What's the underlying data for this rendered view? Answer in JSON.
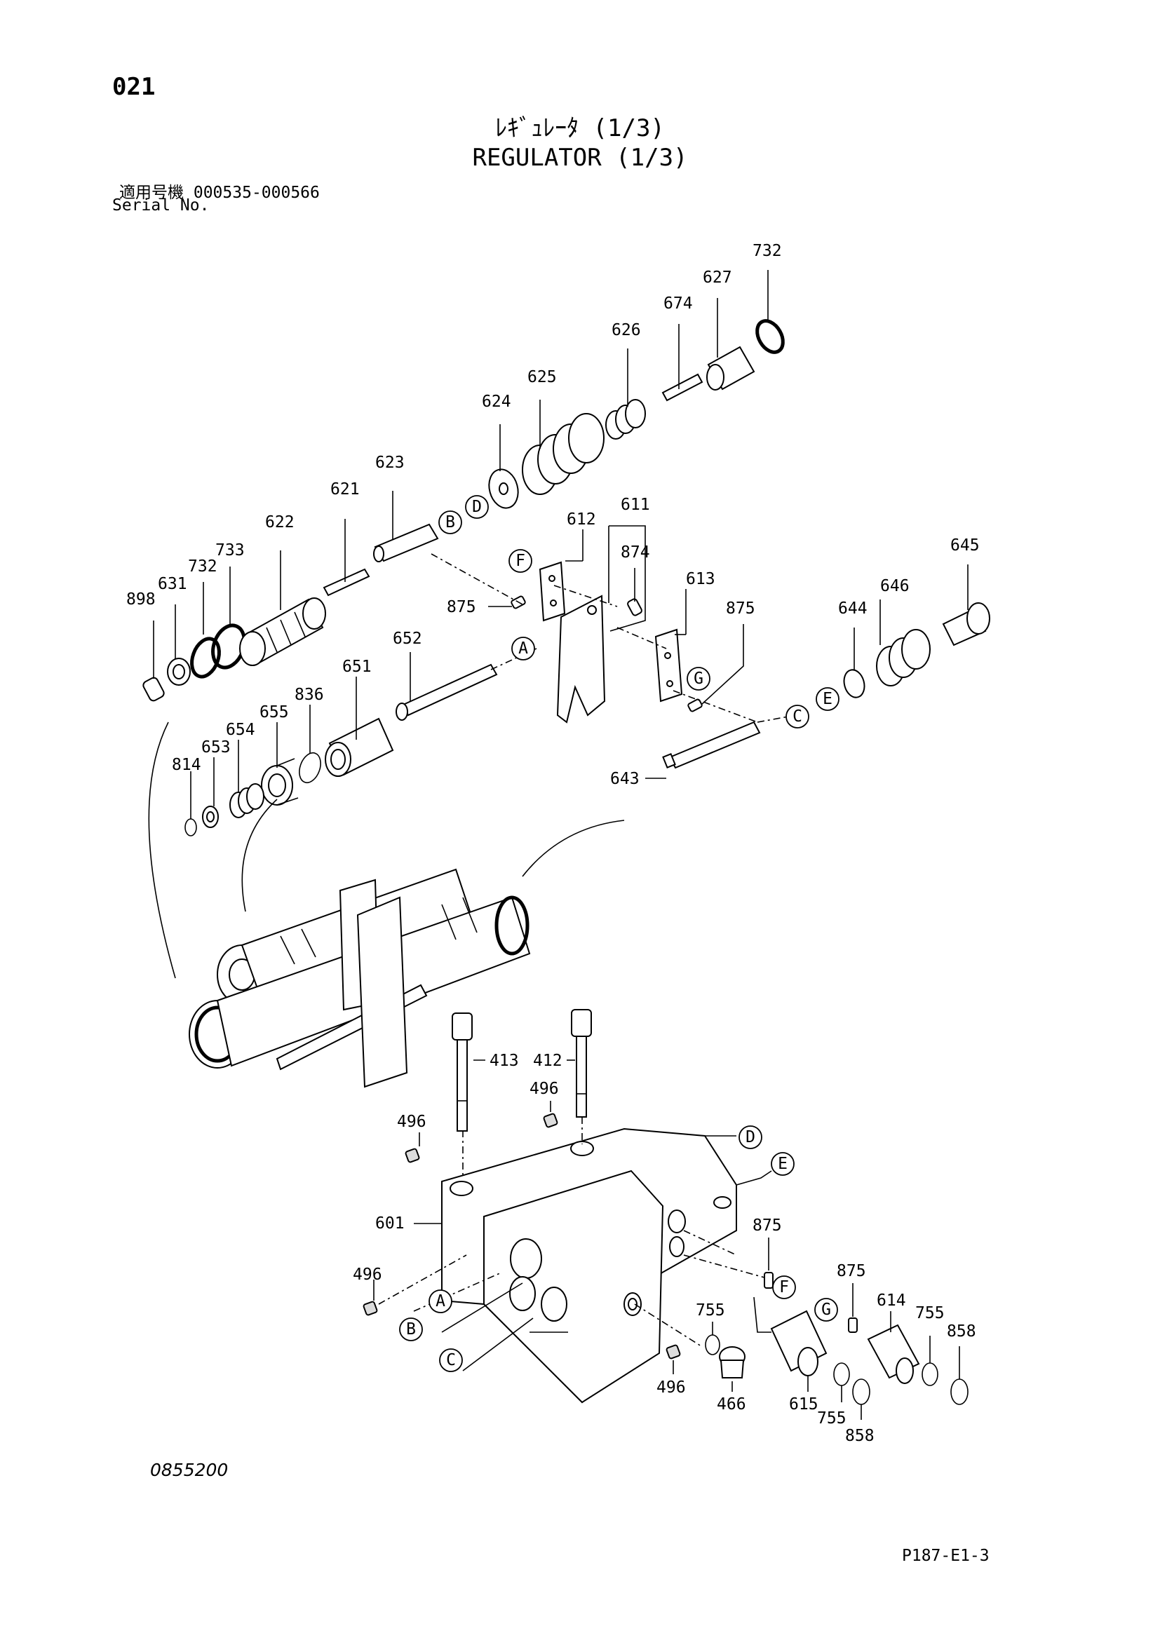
{
  "header": {
    "page_number": "021",
    "title_jp": "ﾚｷﾞｭﾚｰﾀ (1/3)",
    "title_en": "REGULATOR (1/3)",
    "serial_label_jp": "適用号機",
    "serial_range": "000535-000566",
    "serial_label_en": "Serial No."
  },
  "footer": {
    "drawing_number": "0855200",
    "page_code": "P187-E1-3"
  },
  "callouts": {
    "p898": "898",
    "p631": "631",
    "p732a": "732",
    "p733": "733",
    "p622": "622",
    "p621": "621",
    "p623": "623",
    "p624": "624",
    "p625": "625",
    "p626": "626",
    "p674": "674",
    "p627": "627",
    "p732b": "732",
    "p612": "612",
    "p611": "611",
    "p874": "874",
    "p613": "613",
    "p875a": "875",
    "p875b": "875",
    "p645": "645",
    "p646": "646",
    "p644": "644",
    "p652": "652",
    "p651": "651",
    "p836": "836",
    "p655": "655",
    "p654": "654",
    "p653": "653",
    "p814": "814",
    "p643": "643",
    "p413": "413",
    "p412": "412",
    "p496a": "496",
    "p496b": "496",
    "p496c": "496",
    "p496d": "496",
    "p601": "601",
    "p875c": "875",
    "p875d": "875",
    "p614": "614",
    "p755a": "755",
    "p755b": "755",
    "p755c": "755",
    "p858a": "858",
    "p858b": "858",
    "p466": "466",
    "p615": "615"
  },
  "letters": {
    "a1": "A",
    "b1": "B",
    "c1": "C",
    "d1": "D",
    "e1": "E",
    "f1": "F",
    "g1": "G",
    "a2": "A",
    "b2": "B",
    "c2": "C",
    "d2": "D",
    "e2": "E",
    "f2": "F",
    "g2": "G"
  }
}
